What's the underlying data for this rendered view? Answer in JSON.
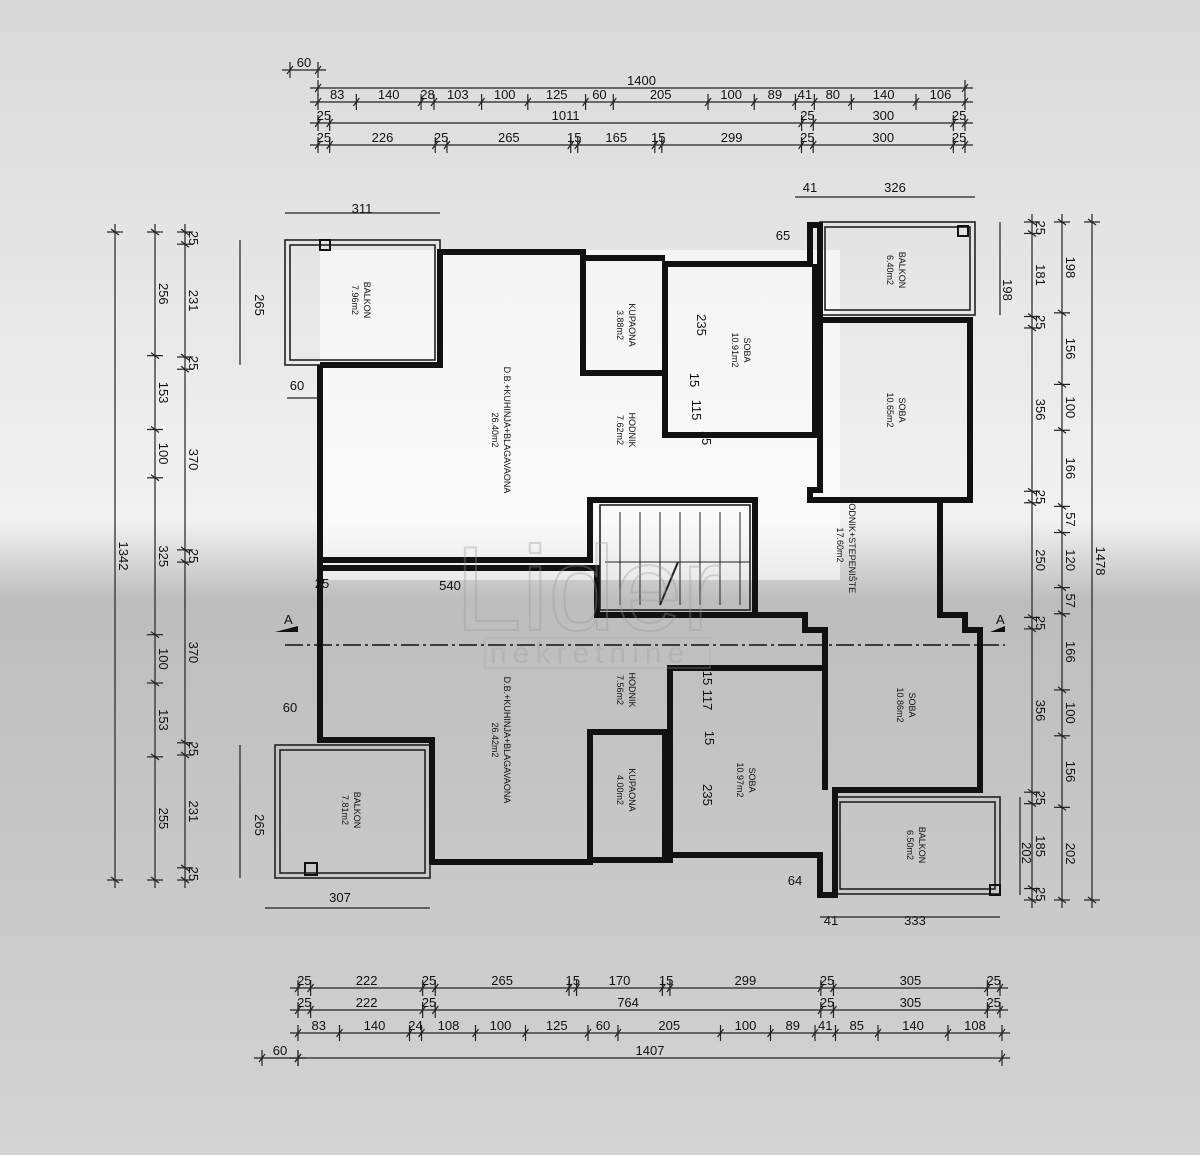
{
  "watermark": {
    "brand": "Lider",
    "sub": "nekretnine"
  },
  "section_marker": "A",
  "rooms": [
    {
      "name": "BALKON",
      "area": "7.96m2"
    },
    {
      "name": "KUPAONA",
      "area": "3.88m2"
    },
    {
      "name": "SOBA",
      "area": "10.91m2"
    },
    {
      "name": "BALKON",
      "area": "6.40m2"
    },
    {
      "name": "SOBA",
      "area": "10.65m2"
    },
    {
      "name": "D.B.+KUHINJA+BLAGAVAONA",
      "area": "26.40m2"
    },
    {
      "name": "HODNIK",
      "area": "7.62m2"
    },
    {
      "name": "HODNIK+STEPENIŠTE",
      "area": "17.60m2"
    },
    {
      "name": "D.B.+KUHINJA+BLAGAVAONA",
      "area": "26.42m2"
    },
    {
      "name": "HODNIK",
      "area": "7.56m2"
    },
    {
      "name": "SOBA",
      "area": "10.86m2"
    },
    {
      "name": "BALKON",
      "area": "7.81m2"
    },
    {
      "name": "KUPAONA",
      "area": "4.00m2"
    },
    {
      "name": "SOBA",
      "area": "10.97m2"
    },
    {
      "name": "BALKON",
      "area": "6.50m2"
    }
  ],
  "inner_dims": [
    "311",
    "265",
    "60",
    "540",
    "25",
    "235",
    "15",
    "115",
    "15",
    "41",
    "326",
    "65",
    "60",
    "265",
    "307",
    "235",
    "15",
    "117",
    "15",
    "64",
    "41",
    "333",
    "198",
    "202"
  ],
  "chains": {
    "top0": [
      "60"
    ],
    "top1": [
      "1400"
    ],
    "top2": [
      "83",
      "140",
      "28",
      "103",
      "100",
      "125",
      "60",
      "205",
      "100",
      "89",
      "41",
      "80",
      "140",
      "106"
    ],
    "top3": [
      "25",
      "1011",
      "25",
      "300",
      "25"
    ],
    "top4": [
      "25",
      "226",
      "25",
      "265",
      "15",
      "165",
      "15",
      "299",
      "25",
      "300",
      "25"
    ],
    "bot1": [
      "25",
      "222",
      "25",
      "265",
      "15",
      "170",
      "15",
      "299",
      "25",
      "305",
      "25"
    ],
    "bot2": [
      "25",
      "222",
      "25",
      "764",
      "25",
      "305",
      "25"
    ],
    "bot3": [
      "83",
      "140",
      "24",
      "108",
      "100",
      "125",
      "60",
      "205",
      "100",
      "89",
      "41",
      "85",
      "140",
      "108"
    ],
    "bot4": [
      "1407"
    ],
    "bot0": [
      "60"
    ],
    "left1": [
      "1342"
    ],
    "left2": [
      "256",
      "153",
      "100",
      "325",
      "100",
      "153",
      "255"
    ],
    "left3": [
      "25",
      "231",
      "25",
      "370",
      "25",
      "370",
      "25",
      "231",
      "25"
    ],
    "right1": [
      "25",
      "181",
      "25",
      "356",
      "25",
      "250",
      "25",
      "356",
      "25",
      "185",
      "25"
    ],
    "right2": [
      "198",
      "156",
      "100",
      "166",
      "57",
      "120",
      "57",
      "166",
      "100",
      "156",
      "202"
    ],
    "right3": [
      "1478"
    ]
  }
}
